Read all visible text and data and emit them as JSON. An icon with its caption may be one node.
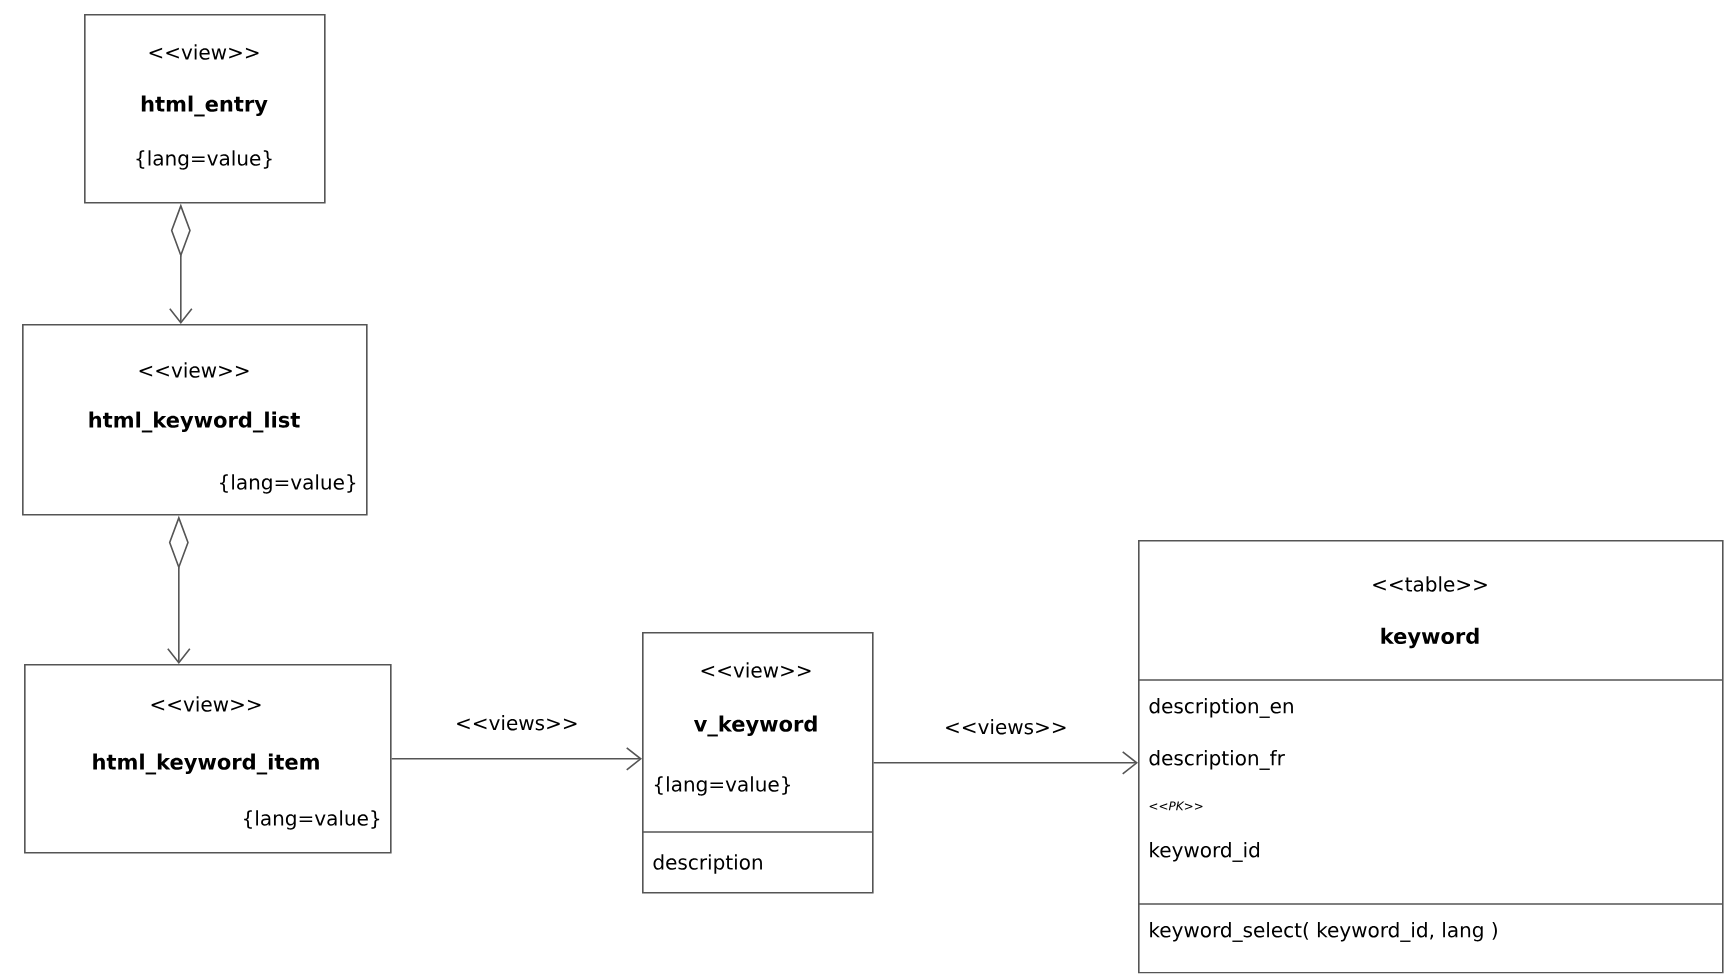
{
  "diagram": {
    "nodes": [
      {
        "text": [
          "<<view>>",
          "html_entry",
          "{lang=value}"
        ]
      },
      {
        "text": [
          "<<view>>",
          "html_keyword_list",
          "{lang=value}"
        ]
      },
      {
        "text": [
          "<<view>>",
          "html_keyword_item",
          "{lang=value}"
        ]
      },
      {
        "text": [
          "<<view>>",
          "v_keyword",
          "{lang=value}",
          "description"
        ]
      },
      {
        "text": [
          "<<table>>",
          "keyword",
          "description_en",
          "description_fr",
          "<<PK>>",
          "keyword_id",
          "keyword_select( keyword_id, lang )"
        ]
      }
    ],
    "edges": [
      {
        "from": 0,
        "to": 1,
        "arrow": "to"
      },
      {
        "from": 1,
        "to": 2,
        "arrow": "to"
      },
      {
        "from": 2,
        "to": 3,
        "arrow": "to",
        "label": "<<views>>"
      },
      {
        "from": 3,
        "to": 4,
        "arrow": "to",
        "label": "<<views>>"
      }
    ]
  }
}
